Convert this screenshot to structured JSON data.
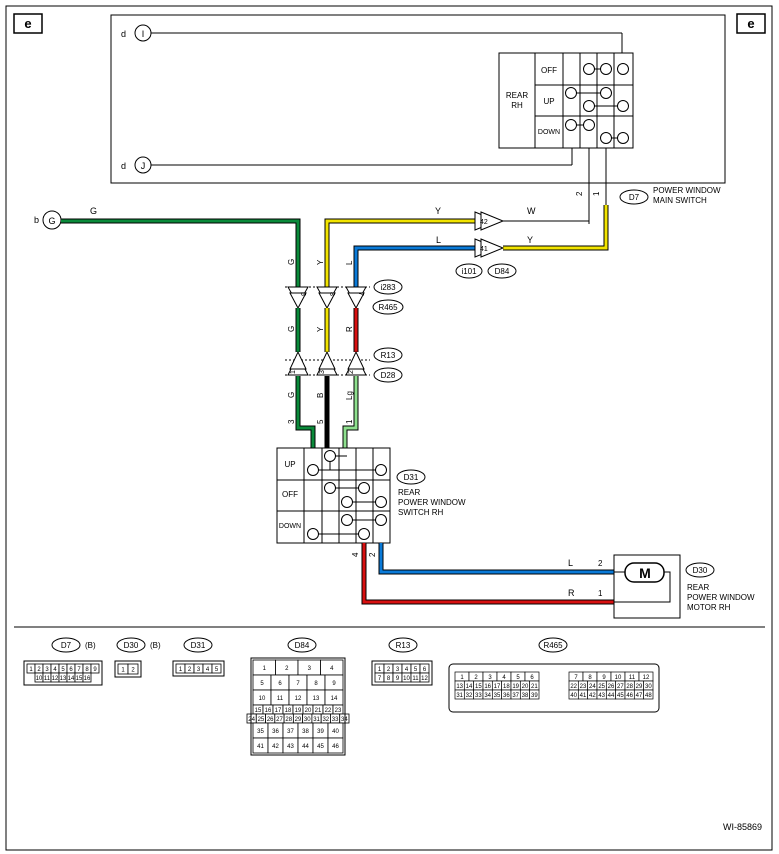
{
  "page_markers": {
    "left": "e",
    "right": "e"
  },
  "connectors": {
    "d_top": {
      "letter": "d",
      "icon": "I"
    },
    "d_bottom": {
      "letter": "d",
      "icon": "J"
    },
    "b_ground": {
      "letter": "b",
      "icon": "G"
    }
  },
  "main_switch": {
    "label_line1": "REAR",
    "label_line2": "RH",
    "positions": [
      "OFF",
      "UP",
      "DOWN"
    ],
    "tag": "D7",
    "title_line1": "POWER WINDOW",
    "title_line2": "MAIN SWITCH",
    "pins": [
      "2",
      "1"
    ]
  },
  "wires": {
    "g": "G",
    "y": "Y",
    "l": "L",
    "w": "W",
    "r": "R",
    "b": "B",
    "lg": "Lg",
    "y2": "Y",
    "l2": "L",
    "g2": "G",
    "g3": "G",
    "y3": "Y"
  },
  "junction_d84": {
    "tags": [
      "i101",
      "D84"
    ],
    "pins": [
      "42",
      "41"
    ]
  },
  "junction_upper": {
    "tags": [
      "i283",
      "R465"
    ],
    "pins": [
      "5",
      "8",
      "7"
    ]
  },
  "junction_lower": {
    "tags": [
      "R13",
      "D28"
    ],
    "pins": [
      "1",
      "3",
      "2"
    ]
  },
  "rear_switch": {
    "tag": "D31",
    "title_line1": "REAR",
    "title_line2": "POWER WINDOW",
    "title_line3": "SWITCH RH",
    "positions": [
      "UP",
      "OFF",
      "DOWN"
    ],
    "top_pins": [
      "3",
      "5",
      "1"
    ],
    "bottom_pins": [
      "4",
      "2"
    ]
  },
  "motor": {
    "tag": "D30",
    "symbol": "M",
    "title_line1": "REAR",
    "title_line2": "POWER WINDOW",
    "title_line3": "MOTOR RH",
    "pins": [
      "2",
      "1"
    ]
  },
  "connector_views": [
    {
      "tag": "D7",
      "suffix": "(B)",
      "rows": [
        [
          "1",
          "2",
          "3",
          "4",
          "5",
          "6",
          "7",
          "8",
          "9"
        ],
        [
          "10",
          "11",
          "12",
          "13",
          "14",
          "15",
          "16"
        ]
      ]
    },
    {
      "tag": "D30",
      "suffix": "(B)",
      "rows": [
        [
          "1",
          "2"
        ]
      ]
    },
    {
      "tag": "D31",
      "suffix": "",
      "rows": [
        [
          "1",
          "2",
          "3",
          "4",
          "5"
        ]
      ]
    },
    {
      "tag": "D84",
      "suffix": "",
      "rows": [
        [
          "1",
          "2",
          "3",
          "4"
        ],
        [
          "5",
          "6",
          "7",
          "8",
          "9"
        ],
        [
          "10",
          "11",
          "12",
          "13",
          "14"
        ],
        [
          "15",
          "16",
          "17",
          "18",
          "19",
          "20",
          "21",
          "22",
          "23"
        ],
        [
          "24",
          "25",
          "26",
          "27",
          "28",
          "29",
          "30",
          "31",
          "32",
          "33",
          "34"
        ],
        [
          "35",
          "36",
          "37",
          "38",
          "39",
          "40"
        ],
        [
          "41",
          "42",
          "43",
          "44",
          "45",
          "46"
        ]
      ]
    },
    {
      "tag": "R13",
      "suffix": "",
      "rows": [
        [
          "1",
          "2",
          "3",
          "4",
          "5",
          "6"
        ],
        [
          "7",
          "8",
          "9",
          "10",
          "11",
          "12"
        ]
      ]
    },
    {
      "tag": "R465",
      "suffix": "",
      "rows": [
        [
          "1",
          "2",
          "3",
          "4",
          "5",
          "6"
        ],
        [
          "7",
          "8",
          "9",
          "10",
          "11",
          "12"
        ],
        [
          "13",
          "14",
          "15",
          "16",
          "17",
          "18",
          "19",
          "20",
          "21"
        ],
        [
          "22",
          "23",
          "24",
          "25",
          "26",
          "27",
          "28",
          "29",
          "30"
        ],
        [
          "31",
          "32",
          "33",
          "34",
          "35",
          "36",
          "37",
          "38",
          "39"
        ],
        [
          "40",
          "41",
          "42",
          "43",
          "44",
          "45",
          "46",
          "47",
          "48"
        ]
      ]
    }
  ],
  "figure_id": "WI-85869",
  "colors": {
    "green": "#0a8a3a",
    "yellow": "#f2e400",
    "blue": "#0a7ad8",
    "red": "#d81010",
    "black": "#000000",
    "lightgreen": "#8ee08e"
  }
}
